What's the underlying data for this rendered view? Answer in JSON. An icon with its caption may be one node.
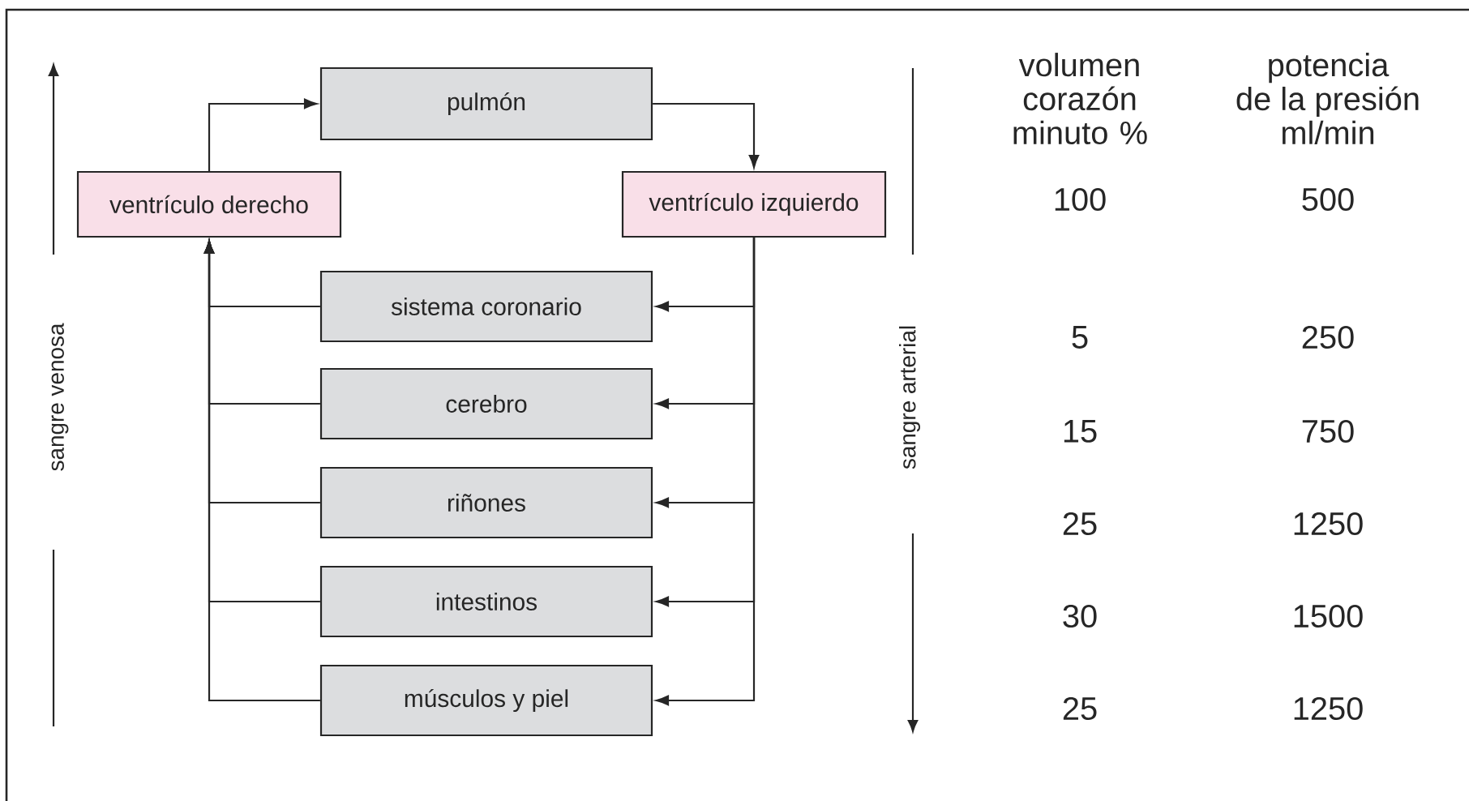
{
  "diagram": {
    "nodes": [
      {
        "text": [
          "pulmón"
        ]
      },
      {
        "text": [
          "ventrículo derecho"
        ]
      },
      {
        "text": [
          "ventrículo izquierdo"
        ]
      },
      {
        "text": [
          "sistema coronario"
        ]
      },
      {
        "text": [
          "cerebro"
        ]
      },
      {
        "text": [
          "riñones"
        ]
      },
      {
        "text": [
          "intestinos"
        ]
      },
      {
        "text": [
          "músculos y piel"
        ]
      }
    ],
    "edges": [
      {
        "from": 1,
        "to": 0,
        "arrow": "to"
      },
      {
        "from": 0,
        "to": 2,
        "arrow": "to"
      },
      {
        "from": 2,
        "to": 3,
        "arrow": "to"
      },
      {
        "from": 2,
        "to": 4,
        "arrow": "to"
      },
      {
        "from": 2,
        "to": 5,
        "arrow": "to"
      },
      {
        "from": 2,
        "to": 6,
        "arrow": "to"
      },
      {
        "from": 2,
        "to": 7,
        "arrow": "to"
      },
      {
        "from": 3,
        "to": 1,
        "arrow": "to"
      },
      {
        "from": 4,
        "to": 1,
        "arrow": "to"
      },
      {
        "from": 5,
        "to": 1,
        "arrow": "to"
      },
      {
        "from": 6,
        "to": 1,
        "arrow": "to"
      },
      {
        "from": 7,
        "to": 1,
        "arrow": "to"
      }
    ],
    "labels": [
      "sangre venosa",
      "sangre arterial",
      "volumen corazón minuto %",
      "potencia de la presión ml/min",
      "100",
      "500",
      "5",
      "250",
      "15",
      "750",
      "25",
      "1250",
      "30",
      "1500",
      "25",
      "1250"
    ]
  }
}
